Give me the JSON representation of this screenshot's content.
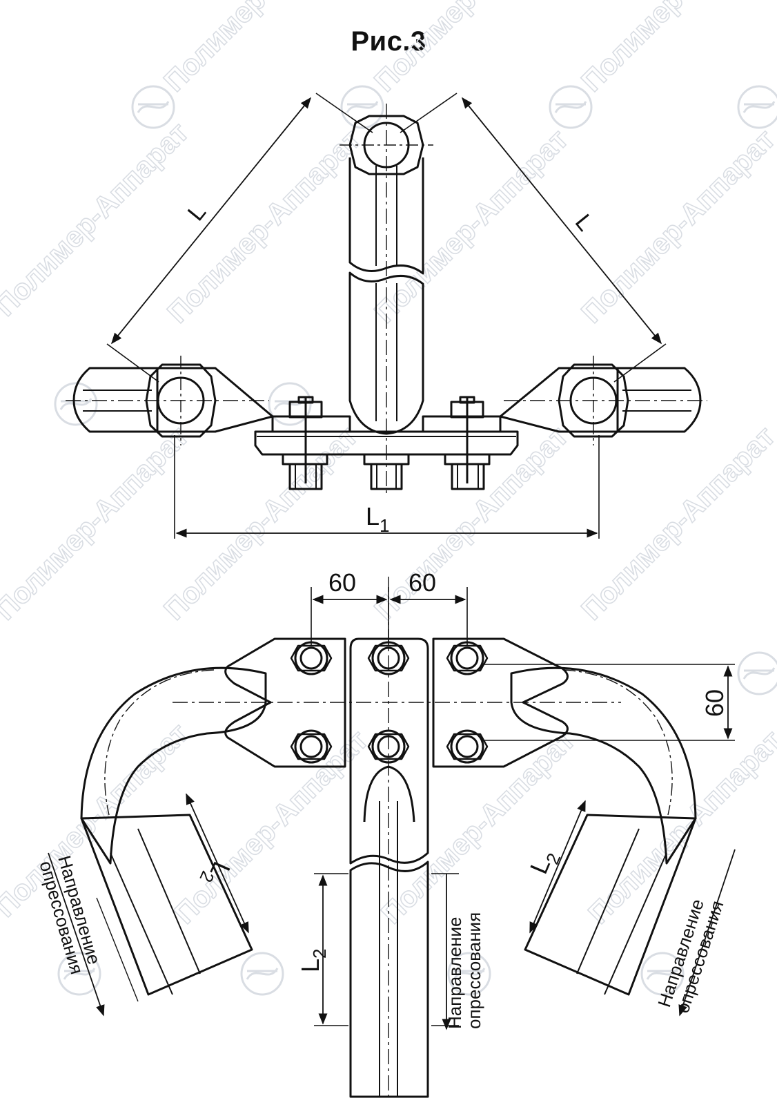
{
  "figure": {
    "title": "Рис.3"
  },
  "dimensions": {
    "top_left_L": "L",
    "top_right_L": "L",
    "L1_main": "L",
    "L1_sub": "1",
    "bolt_spacing_left": "60",
    "bolt_spacing_right": "60",
    "row_spacing": "60",
    "L2_main": "L",
    "L2_sub": "2"
  },
  "pressing_direction": {
    "line1": "Направление",
    "line2": "опрессования"
  },
  "watermark": {
    "text": "Полимер-Аппарат"
  }
}
